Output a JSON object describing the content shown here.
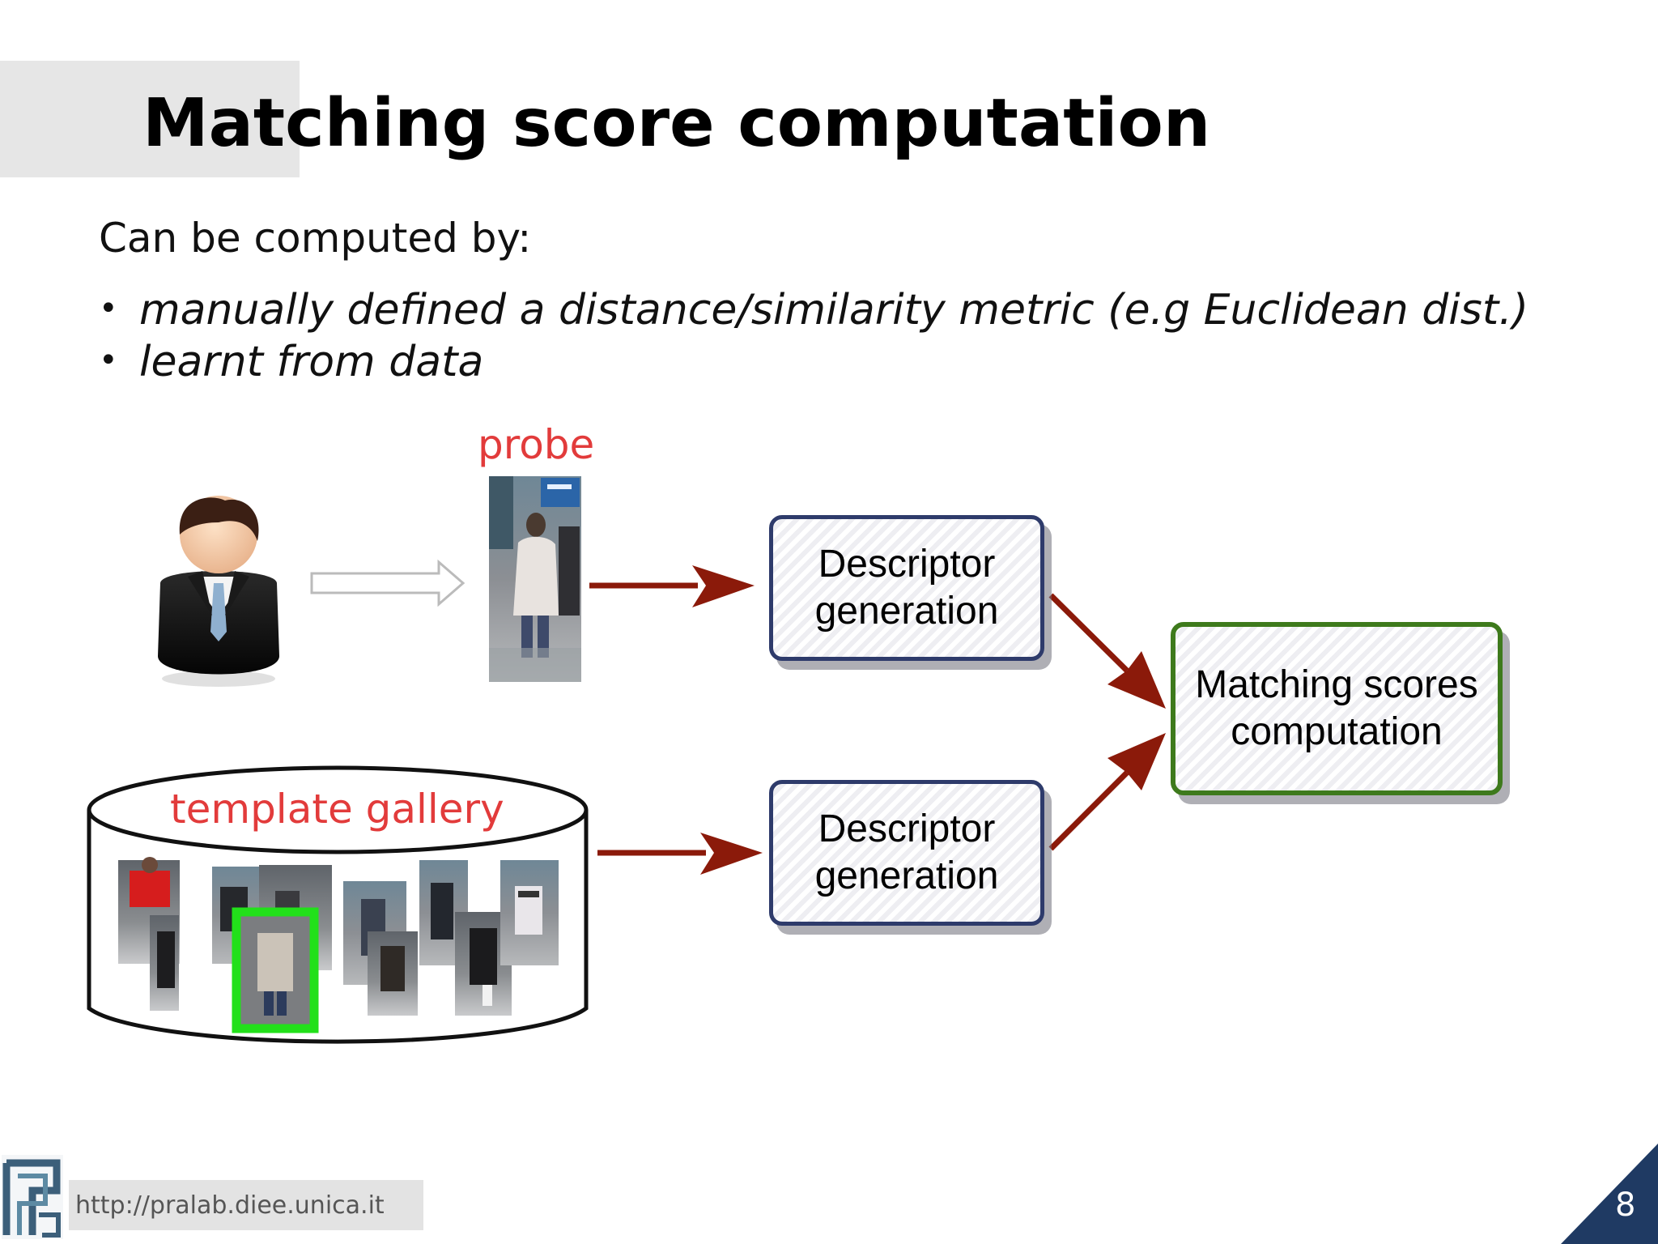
{
  "slide": {
    "title": "Matching score computation",
    "intro": "Can be computed by:",
    "bullets": [
      "manually defined a distance/similarity metric (e.g Euclidean dist.)",
      "learnt from data"
    ],
    "footer_url": "http://pralab.diee.unica.it",
    "page_number": "8"
  },
  "diagram": {
    "probe_label": "probe",
    "gallery_label": "template gallery",
    "descriptor_box_1": {
      "line1": "Descriptor",
      "line2": "generation"
    },
    "descriptor_box_2": {
      "line1": "Descriptor",
      "line2": "generation"
    },
    "matching_box": {
      "line1": "Matching scores",
      "line2": "computation"
    }
  },
  "colors": {
    "label_red": "#e23b3b",
    "arrow_dark_red": "#8b1a0a",
    "descriptor_border": "#2e3b6b",
    "matching_border": "#3e7a1c",
    "highlight_green": "#22e01a",
    "corner_navy": "#1f3a63"
  },
  "icons": {
    "user": "user-icon",
    "logo": "pralab-logo-icon",
    "database": "database-cylinder-icon"
  }
}
